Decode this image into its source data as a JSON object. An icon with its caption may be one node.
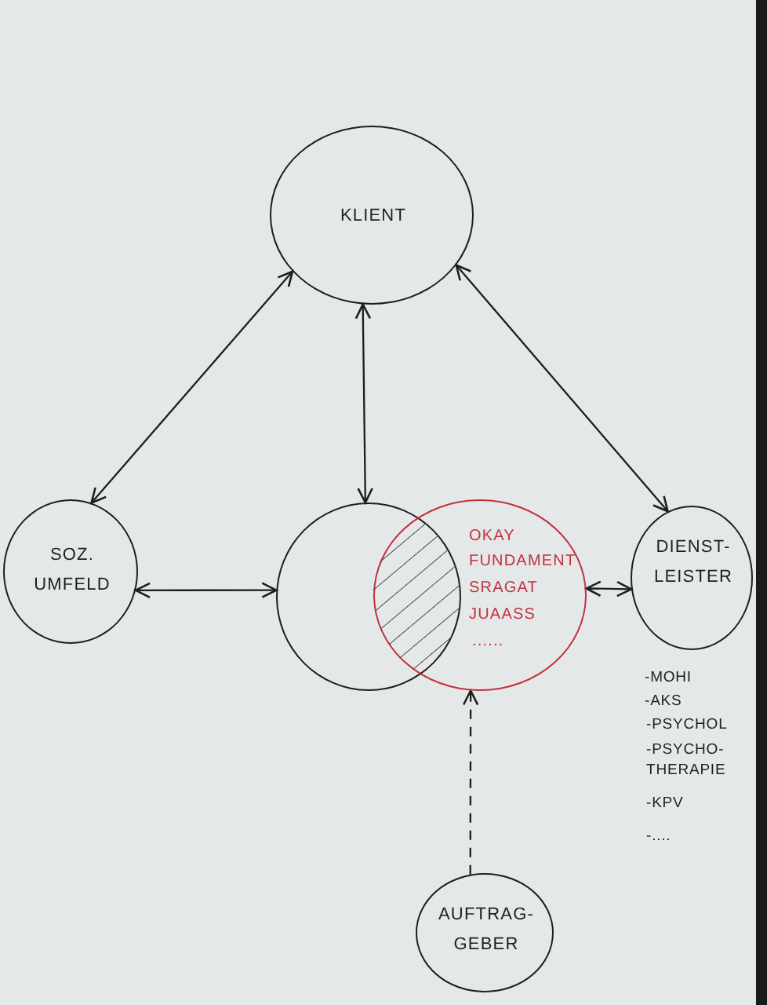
{
  "diagram": {
    "nodes": [
      {
        "text": [
          "KLIENT"
        ]
      },
      {
        "text": [
          "SOZ. UMFELD"
        ]
      },
      {
        "text": [],
        "shape": "circle"
      },
      {
        "text": [
          "OKAY",
          "FUNDAMENT",
          "SRAGAT",
          "JUAASS",
          "......"
        ]
      },
      {
        "text": [
          "DIENST- LEISTER"
        ],
        "beside": [
          "-MOHI",
          "-AKS",
          "-PSYCHOL",
          "-PSYCHO- THERAPIE",
          "-KPV",
          "-...."
        ]
      },
      {
        "text": [
          "AUFTRAG- GEBER"
        ]
      }
    ],
    "edges": [
      {
        "from": 0,
        "to": 1,
        "arrow": "both"
      },
      {
        "from": 0,
        "to": 2,
        "arrow": "both"
      },
      {
        "from": 0,
        "to": 4,
        "arrow": "both"
      },
      {
        "from": 1,
        "to": 2,
        "arrow": "both"
      },
      {
        "from": 3,
        "to": 4,
        "arrow": "both"
      },
      {
        "from": 5,
        "to": 3,
        "arrow": "to",
        "style": "dashed"
      }
    ]
  }
}
